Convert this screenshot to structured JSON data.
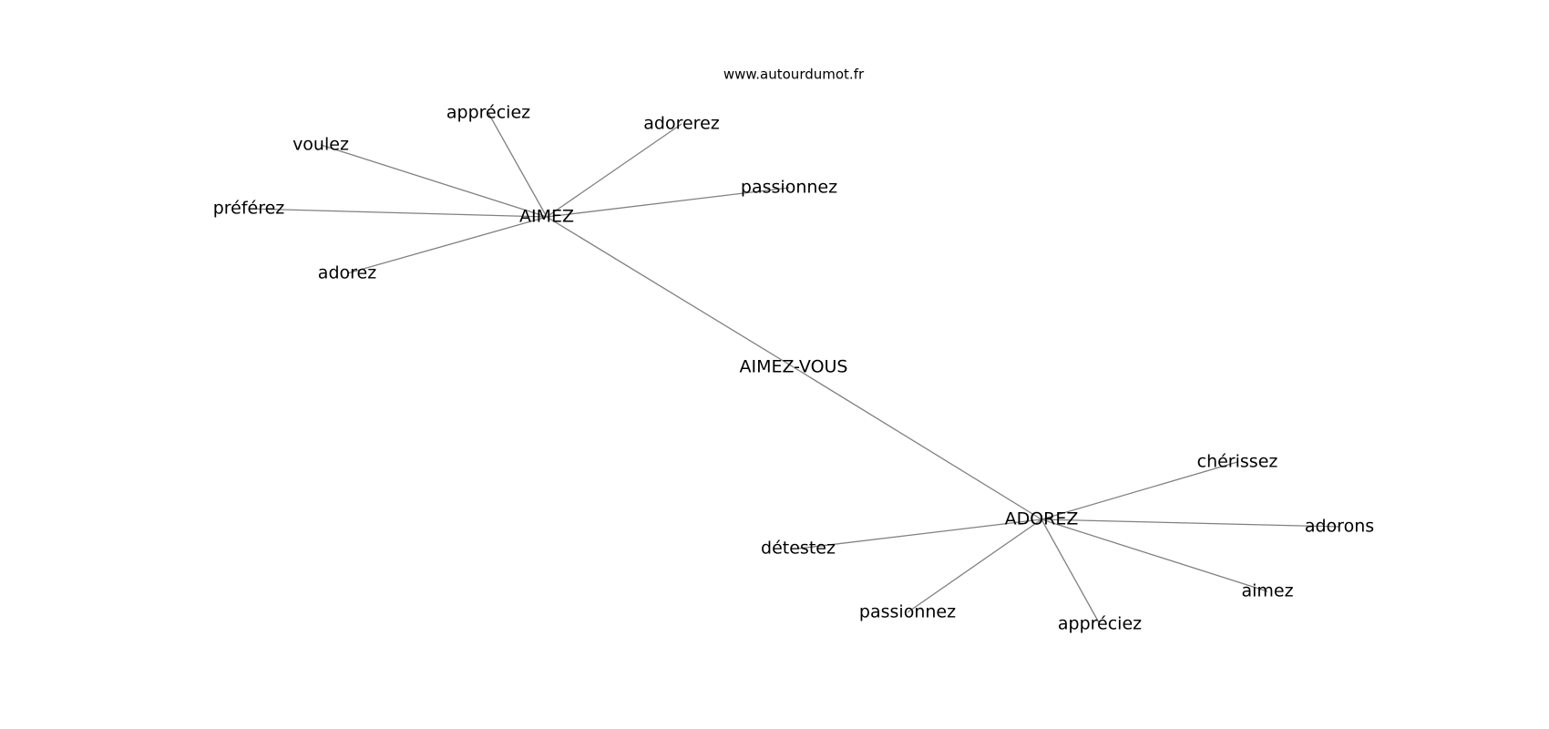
{
  "site": "www.autourdumot.fr",
  "colors": {
    "edge": "#808080",
    "text": "#000000",
    "background": "#ffffff"
  },
  "nodes": [
    {
      "id": "aimez-vous",
      "label": "AIMEZ-VOUS"
    },
    {
      "id": "aimez-hub",
      "label": "AIMEZ"
    },
    {
      "id": "adorez-hub",
      "label": "ADOREZ"
    },
    {
      "id": "appreciez-1",
      "label": "appréciez"
    },
    {
      "id": "adorerez",
      "label": "adorerez"
    },
    {
      "id": "voulez",
      "label": "voulez"
    },
    {
      "id": "passionnez-1",
      "label": "passionnez"
    },
    {
      "id": "preferez",
      "label": "préférez"
    },
    {
      "id": "adorez",
      "label": "adorez"
    },
    {
      "id": "cherissez",
      "label": "chérissez"
    },
    {
      "id": "adorons",
      "label": "adorons"
    },
    {
      "id": "detestez",
      "label": "détestez"
    },
    {
      "id": "aimez",
      "label": "aimez"
    },
    {
      "id": "passionnez-2",
      "label": "passionnez"
    },
    {
      "id": "appreciez-2",
      "label": "appréciez"
    }
  ],
  "edges": [
    [
      "aimez-hub",
      "aimez-vous"
    ],
    [
      "aimez-vous",
      "adorez-hub"
    ],
    [
      "aimez-hub",
      "appreciez-1"
    ],
    [
      "aimez-hub",
      "adorerez"
    ],
    [
      "aimez-hub",
      "voulez"
    ],
    [
      "aimez-hub",
      "passionnez-1"
    ],
    [
      "aimez-hub",
      "preferez"
    ],
    [
      "aimez-hub",
      "adorez"
    ],
    [
      "adorez-hub",
      "cherissez"
    ],
    [
      "adorez-hub",
      "adorons"
    ],
    [
      "adorez-hub",
      "detestez"
    ],
    [
      "adorez-hub",
      "aimez"
    ],
    [
      "adorez-hub",
      "passionnez-2"
    ],
    [
      "adorez-hub",
      "appreciez-2"
    ]
  ]
}
